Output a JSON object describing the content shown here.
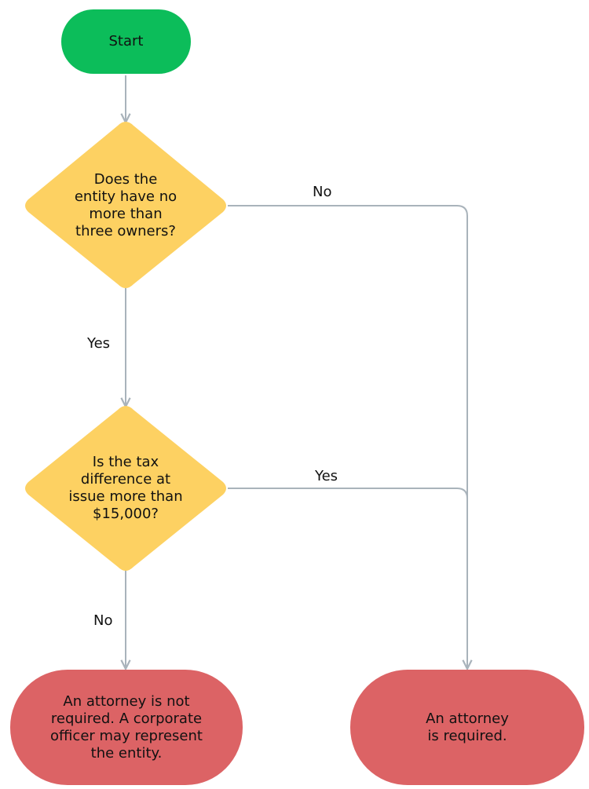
{
  "colors": {
    "start": "#0cbd5a",
    "decision": "#fdd162",
    "terminal": "#dc6365",
    "connector": "#a9b3bb",
    "text": "#111111"
  },
  "nodes": {
    "start": {
      "label": "Start"
    },
    "decision_owners": {
      "label": "Does the\nentity have no\nmore than\nthree owners?"
    },
    "decision_tax": {
      "label": "Is the tax\ndifference at\nissue more than\n$15,000?"
    },
    "end_not_required": {
      "label": "An attorney is not\nrequired. A corporate\nofficer may represent\nthe entity."
    },
    "end_required": {
      "label": "An attorney\nis required."
    }
  },
  "edges": {
    "owners_no": {
      "label": "No"
    },
    "owners_yes": {
      "label": "Yes"
    },
    "tax_yes": {
      "label": "Yes"
    },
    "tax_no": {
      "label": "No"
    }
  }
}
